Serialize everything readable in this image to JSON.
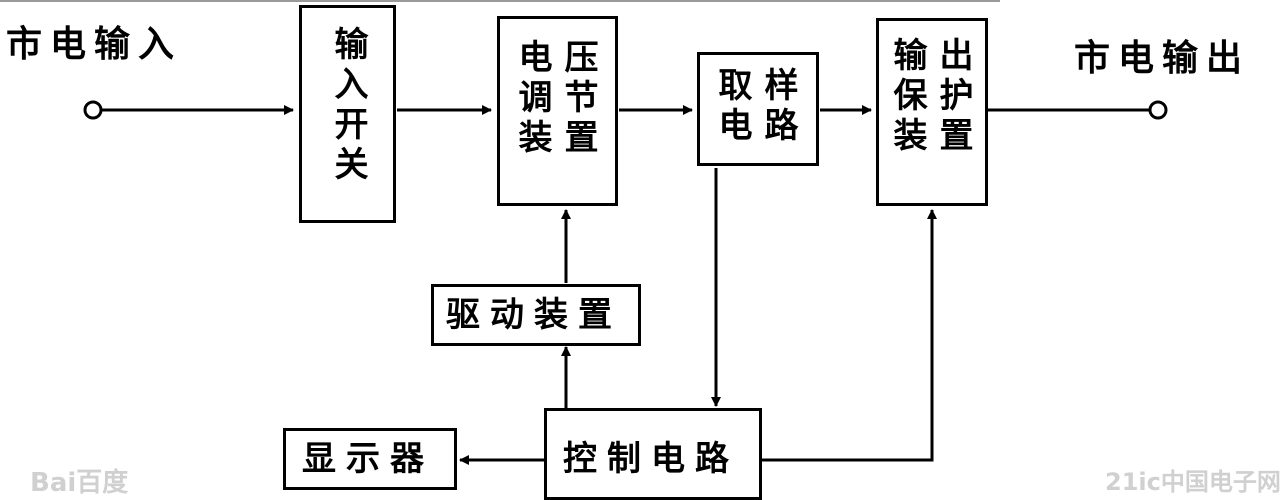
{
  "labels": {
    "mains_input": "市电输入",
    "mains_output": "市电输出"
  },
  "blocks": {
    "input_switch": {
      "col1": "输入开关"
    },
    "voltage_regulator": {
      "col_left": "电调装",
      "col_right": "压节置"
    },
    "sampling_circuit": {
      "col_left": "取电",
      "col_right": "样路"
    },
    "output_protection": {
      "col_left": "输保装",
      "col_right": "出护置"
    },
    "drive_device": {
      "text": "驱动装置"
    },
    "control_circuit": {
      "text": "控制电路"
    },
    "display": {
      "text": "显示器"
    }
  },
  "watermarks": {
    "left": "Bai百度",
    "right": "21ic中国电子网"
  }
}
